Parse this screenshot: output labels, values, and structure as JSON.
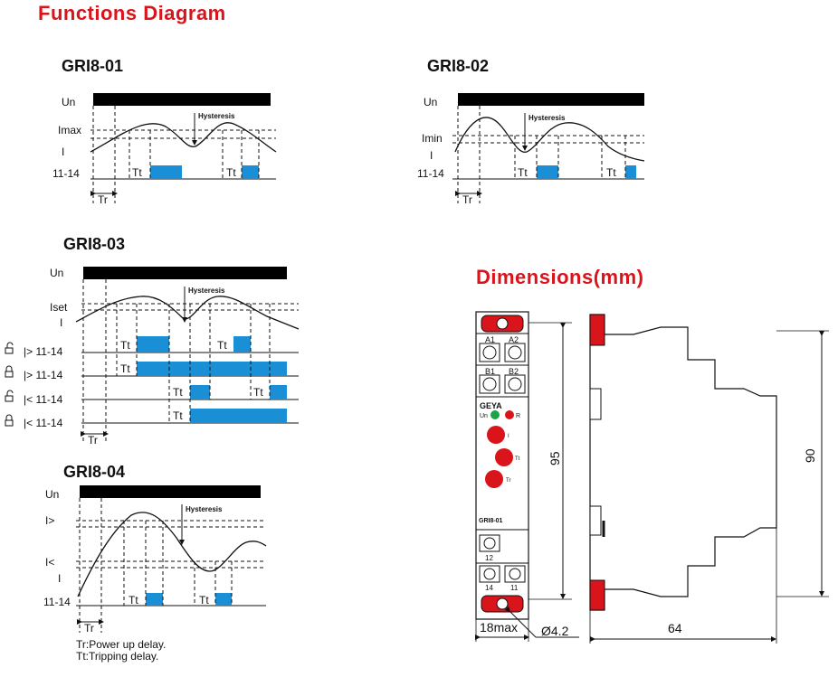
{
  "page": {
    "title": "Functions Diagram",
    "dimensions_title": "Dimensions(mm)"
  },
  "diagrams": {
    "gri801": {
      "title": "GRI8-01",
      "un": "Un",
      "imax": "Imax",
      "i": "I",
      "out": "11-14",
      "hyst": "Hysteresis",
      "tt": "Tt",
      "tr": "Tr"
    },
    "gri802": {
      "title": "GRI8-02",
      "un": "Un",
      "imin": "Imin",
      "i": "I",
      "out": "11-14",
      "hyst": "Hysteresis",
      "tt": "Tt",
      "tr": "Tr"
    },
    "gri803": {
      "title": "GRI8-03",
      "un": "Un",
      "iset": "Iset",
      "i": "I",
      "hyst": "Hysteresis",
      "tt": "Tt",
      "tr": "Tr",
      "rows": [
        "|> 11-14",
        "|> 11-14",
        "|< 11-14",
        "|< 11-14"
      ]
    },
    "gri804": {
      "title": "GRI8-04",
      "un": "Un",
      "igt": "I>",
      "ilt": "I<",
      "i": "I",
      "out": "11-14",
      "hyst": "Hysteresis",
      "tt": "Tt",
      "tr": "Tr"
    }
  },
  "legend": {
    "tr": "Tr:Power up delay.",
    "tt": "Tt:Tripping delay."
  },
  "device": {
    "terminals_top": [
      "A1",
      "A2",
      "B1",
      "B2"
    ],
    "brand": "GEYA",
    "led_un": "Un",
    "led_r": "R",
    "dial_labels": [
      "I",
      "Tt",
      "Tr"
    ],
    "model": "GRI8-01",
    "terminals_bottom": [
      "12",
      "14",
      "11"
    ]
  },
  "dimensions": {
    "height_front": "95",
    "height_side": "90",
    "width_front": "18max",
    "depth": "64",
    "hole": "Ø4.2"
  },
  "colors": {
    "accent_red": "#d9141b",
    "pulse_blue": "#1a8fd6",
    "black": "#000000"
  }
}
